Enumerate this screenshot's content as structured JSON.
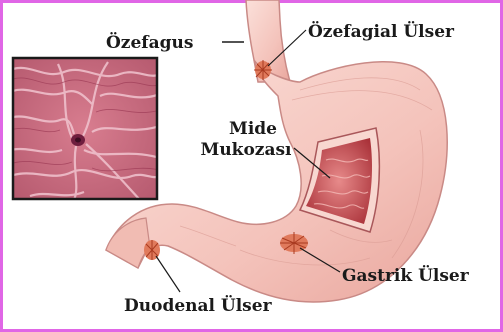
{
  "labels": {
    "esophagus": "Özefagus",
    "esophageal_ulcer": "Özefagial Ülser",
    "mucosa_line1": "Mide",
    "mucosa_line2": "Mukozası",
    "gastric_ulcer": "Gastrik Ülser",
    "duodenal_ulcer": "Duodenal Ülser"
  },
  "colors": {
    "frame": "#e066e6",
    "stomach_fill": "#f6c9c1",
    "stomach_outline": "#c98a86",
    "mucosa": "#b53a3f",
    "ulcer": "#c2492a",
    "text": "#1a1a1a"
  }
}
